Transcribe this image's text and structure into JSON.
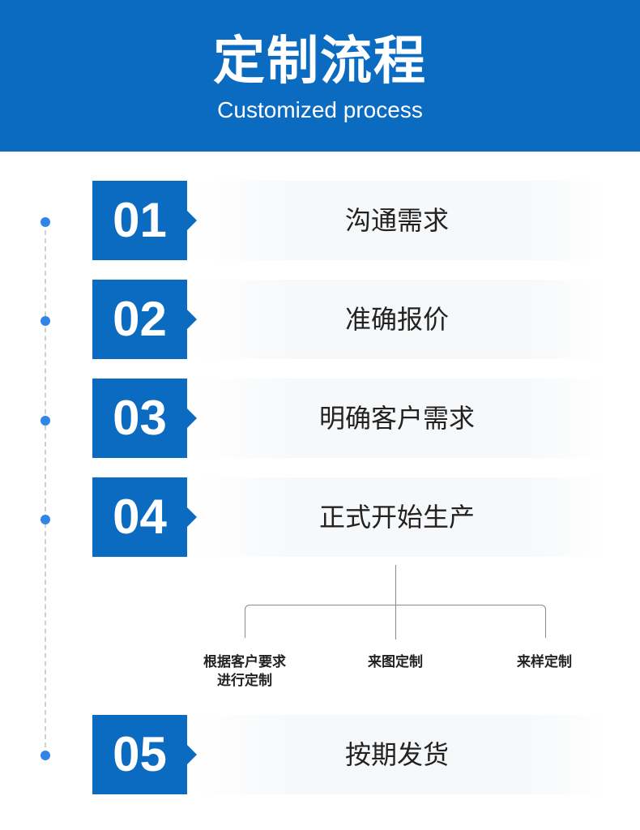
{
  "header": {
    "title": "定制流程",
    "subtitle": "Customized process"
  },
  "steps": [
    {
      "number": "01",
      "label": "沟通需求"
    },
    {
      "number": "02",
      "label": "准确报价"
    },
    {
      "number": "03",
      "label": "明确客户需求"
    },
    {
      "number": "04",
      "label": "正式开始生产"
    },
    {
      "number": "05",
      "label": "按期发货"
    }
  ],
  "branches": [
    {
      "line1": "根据客户要求",
      "line2": "进行定制"
    },
    {
      "line1": "来图定制"
    },
    {
      "line1": "来样定制"
    }
  ],
  "colors": {
    "brand_blue": "#0b6bc0",
    "dot_blue": "#2f86e6"
  }
}
